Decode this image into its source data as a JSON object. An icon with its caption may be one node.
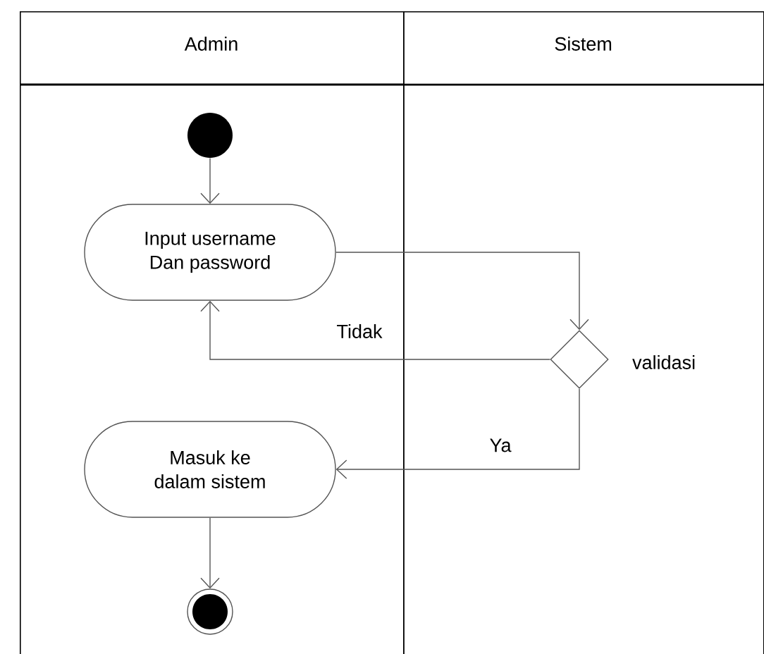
{
  "diagram": {
    "nodes": [
      {
        "text": [
          "Admin"
        ]
      },
      {
        "text": [
          "Sistem"
        ]
      },
      {
        "text": [],
        "shape": "circle",
        "in": 0
      },
      {
        "text": [
          "Input username Dan password"
        ],
        "in": 0
      },
      {
        "text": [],
        "shape": "diamond",
        "beside": [
          "validasi"
        ],
        "in": 1
      },
      {
        "text": [
          "Masuk ke dalam sistem"
        ],
        "in": 0
      },
      {
        "text": [],
        "shape": "circle",
        "in": 0
      }
    ],
    "edges": [
      {
        "from": 2,
        "to": 3,
        "arrow": "to"
      },
      {
        "from": 3,
        "to": 4,
        "arrow": "to"
      },
      {
        "from": 4,
        "to": 3,
        "arrow": "to",
        "label": "Tidak"
      },
      {
        "from": 4,
        "to": 5,
        "arrow": "to",
        "label": "Ya"
      },
      {
        "from": 5,
        "to": 6,
        "arrow": "to"
      }
    ]
  }
}
